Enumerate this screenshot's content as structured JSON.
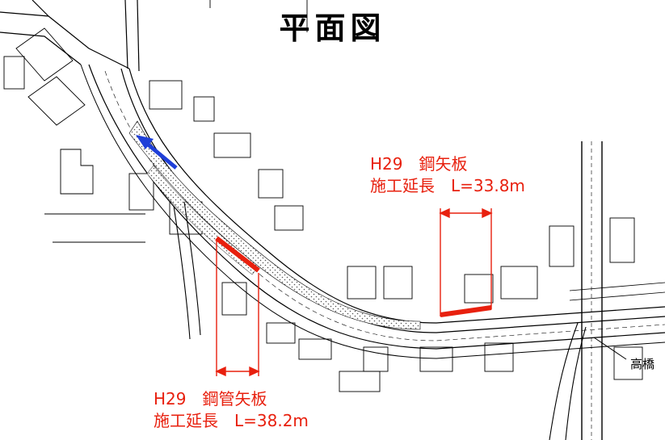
{
  "title": "平面図",
  "annotations": {
    "steel_sheet_pile": {
      "line1": "H29　鋼矢板",
      "line2": "施工延長　L=33.8m",
      "color": "#e8200e"
    },
    "steel_pipe_sheet_pile": {
      "line1": "H29　鋼管矢板",
      "line2": "施工延長　L=38.2m",
      "color": "#e8200e"
    },
    "landmark": "高橋"
  },
  "colors": {
    "construction_section": "#e8200e",
    "flow_arrow": "#1f3fd8",
    "linework": "#000000"
  }
}
